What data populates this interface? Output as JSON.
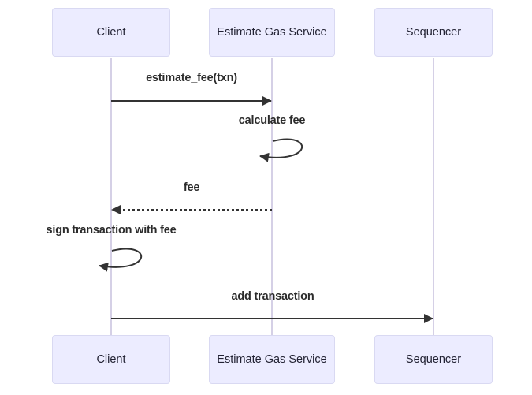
{
  "diagram": {
    "kind": "sequence-diagram",
    "actors": [
      {
        "name": "Client"
      },
      {
        "name": "Estimate Gas Service"
      },
      {
        "name": "Sequencer"
      }
    ],
    "messages": [
      {
        "label": "estimate_fee(txn)",
        "from": "Client",
        "to": "Estimate Gas Service",
        "line": "solid"
      },
      {
        "label": "calculate fee",
        "from": "Estimate Gas Service",
        "to": "Estimate Gas Service",
        "line": "self-loop"
      },
      {
        "label": "fee",
        "from": "Estimate Gas Service",
        "to": "Client",
        "line": "dashed"
      },
      {
        "label": "sign transaction with fee",
        "from": "Client",
        "to": "Client",
        "line": "self-loop"
      },
      {
        "label": "add transaction",
        "from": "Client",
        "to": "Sequencer",
        "line": "solid"
      }
    ],
    "colors": {
      "actor_fill": "#ECECFF",
      "actor_border": "#d9d9f2",
      "lifeline": "#d5d0e6",
      "message_line": "#333333",
      "text": "#2b2b2b",
      "background": "#ffffff"
    }
  }
}
